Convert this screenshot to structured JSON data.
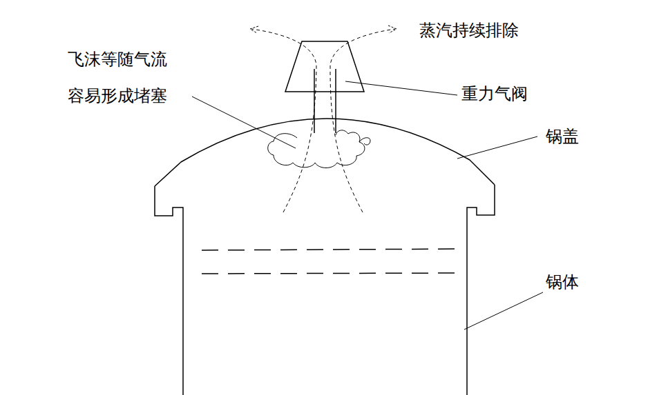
{
  "diagram": {
    "labels": [
      "蒸汽持续排除",
      "飞沫等随气流 容易形成堵塞",
      "重力气阀",
      "锅盖",
      "锅体"
    ]
  }
}
